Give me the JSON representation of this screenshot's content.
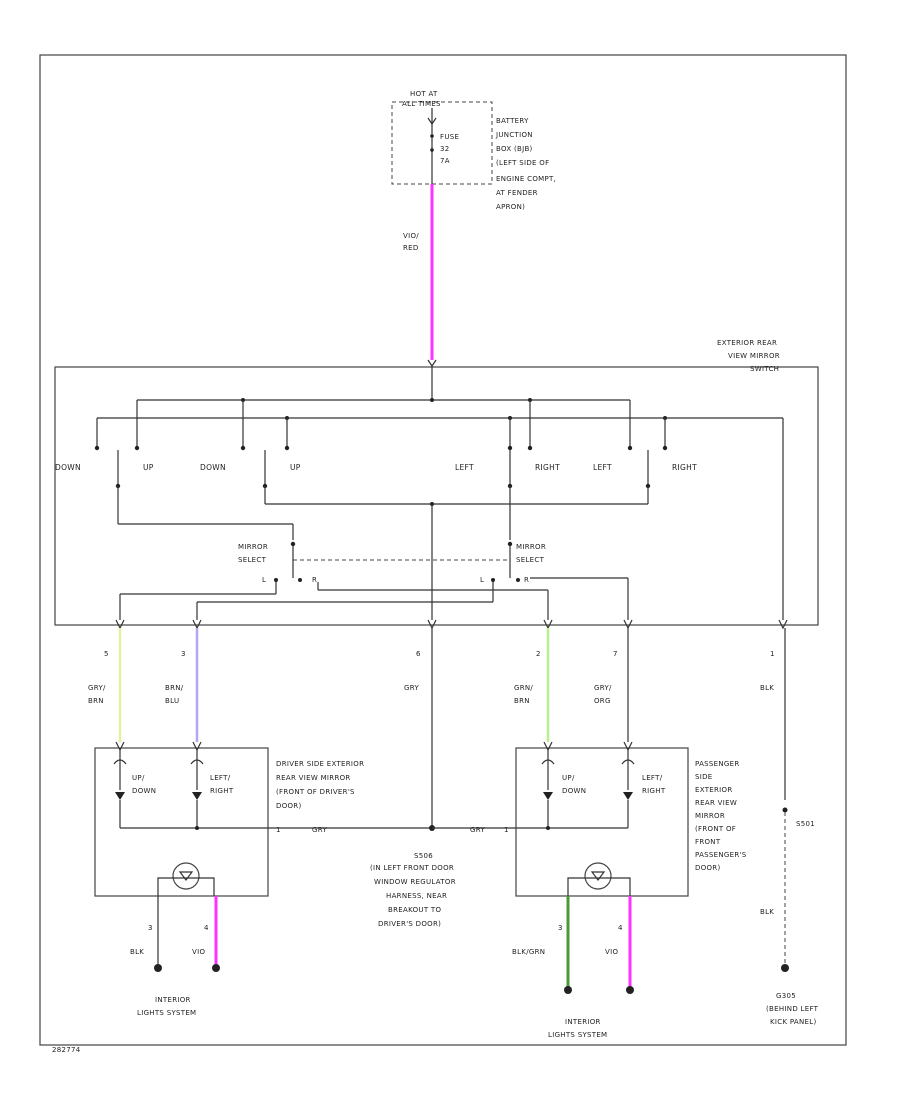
{
  "colors": {
    "wire_red": "#ff33ff",
    "wire_gry_brn": "#e6f0a0",
    "wire_brn_blu": "#b0a8f0",
    "wire_grn_brn": "#b8f090",
    "wire_blk_grn": "#4a9a3a",
    "wire_blk": "#333333"
  },
  "source": {
    "hot_label": [
      "HOT AT",
      "ALL TIMES"
    ],
    "fuse_label": [
      "FUSE",
      "32",
      "7A"
    ],
    "bjb_label": [
      "BATTERY",
      "JUNCTION",
      "BOX (BJB)",
      "(LEFT SIDE OF",
      "ENGINE COMPT,",
      "AT FENDER",
      "APRON)"
    ],
    "wire_label": [
      "VIO/",
      "RED"
    ]
  },
  "switch": {
    "label": [
      "EXTERIOR REAR",
      "VIEW MIRROR",
      "SWITCH"
    ],
    "contacts": [
      "DOWN",
      "UP",
      "DOWN",
      "UP",
      "LEFT",
      "RIGHT",
      "LEFT",
      "RIGHT"
    ],
    "mirror_select_left": [
      "MIRROR",
      "SELECT"
    ],
    "mirror_select_right": [
      "MIRROR",
      "SELECT"
    ],
    "lr_left": [
      "L",
      "R"
    ],
    "lr_right": [
      "L",
      "R"
    ]
  },
  "pins": [
    "5",
    "3",
    "6",
    "2",
    "7",
    "1"
  ],
  "wires": [
    [
      "GRY/",
      "BRN"
    ],
    [
      "BRN/",
      "BLU"
    ],
    [
      "GRY"
    ],
    [
      "GRN/",
      "BRN"
    ],
    [
      "GRY/",
      "ORG"
    ],
    [
      "BLK"
    ]
  ],
  "driver_mirror": {
    "label": [
      "DRIVER SIDE EXTERIOR",
      "REAR VIEW MIRROR",
      "(FRONT OF DRIVER'S",
      "DOOR)"
    ],
    "motor1": [
      "UP/",
      "DOWN"
    ],
    "motor2": [
      "LEFT/",
      "RIGHT"
    ],
    "gry_label": "GRY",
    "pin_gry": "1",
    "pin_a": "3",
    "pin_b": "4",
    "wire_a": "BLK",
    "wire_b": "VIO"
  },
  "pass_mirror": {
    "label": [
      "PASSENGER",
      "SIDE",
      "EXTERIOR",
      "REAR VIEW",
      "MIRROR",
      "(FRONT OF",
      "FRONT",
      "PASSENGER'S",
      "DOOR)"
    ],
    "motor1": [
      "UP/",
      "DOWN"
    ],
    "motor2": [
      "LEFT/",
      "RIGHT"
    ],
    "gry_label": "GRY",
    "pin_gry": "1",
    "pin_a": "3",
    "pin_b": "4",
    "wire_a": "BLK/GRN",
    "wire_b": "VIO"
  },
  "splice": {
    "label": [
      "S506",
      "(IN LEFT FRONT DOOR",
      "WINDOW REGULATOR",
      "HARNESS, NEAR",
      "BREAKOUT TO",
      "DRIVER'S DOOR)"
    ]
  },
  "ground": {
    "splice_label": "S501",
    "wire_label": "BLK",
    "label": [
      "G305",
      "(BEHIND LEFT",
      "KICK PANEL)"
    ]
  },
  "bottom_labels": {
    "left": [
      "INTERIOR",
      "LIGHTS SYSTEM"
    ],
    "right": [
      "INTERIOR",
      "LIGHTS SYSTEM"
    ]
  },
  "footer_code": "282774"
}
